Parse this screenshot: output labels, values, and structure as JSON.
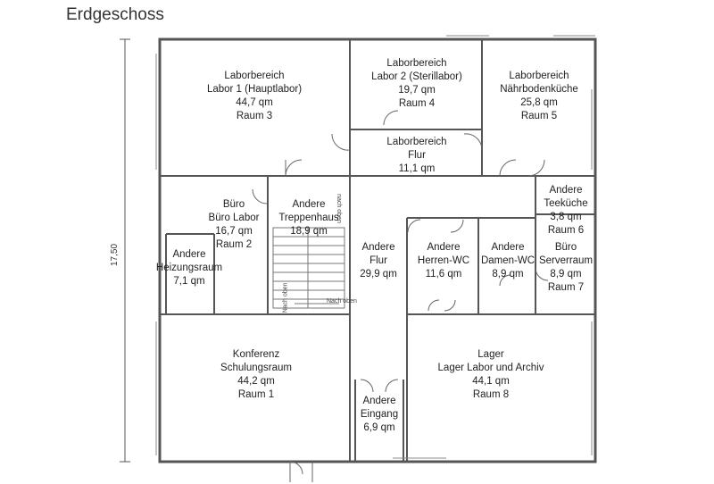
{
  "title": "Erdgeschoss",
  "dimension_label": "17,50",
  "stair_texts": [
    "nach oben",
    "Nach oben",
    "Nach oben"
  ],
  "rooms": {
    "labor1": [
      "Laborbereich",
      "Labor 1 (Hauptlabor)",
      "44,7 qm",
      "Raum 3"
    ],
    "labor2": [
      "Laborbereich",
      "Labor 2 (Sterillabor)",
      "19,7 qm",
      "Raum 4"
    ],
    "naehr": [
      "Laborbereich",
      "Nährbodenküche",
      "25,8 qm",
      "Raum 5"
    ],
    "flur_labor": [
      "Laborbereich",
      "Flur",
      "11,1 qm"
    ],
    "buero": [
      "Büro",
      "Büro Labor",
      "16,7 qm",
      "Raum 2"
    ],
    "treppe": [
      "Andere",
      "Treppenhaus",
      "18,9 qm"
    ],
    "teekueche": [
      "Andere",
      "Teeküche",
      "3,8 qm",
      "Raum 6"
    ],
    "heizung": [
      "Andere",
      "Heizungsraum",
      "7,1 qm"
    ],
    "flur": [
      "Andere",
      "Flur",
      "29,9 qm"
    ],
    "herren": [
      "Andere",
      "Herren-WC",
      "11,6 qm"
    ],
    "damen": [
      "Andere",
      "Damen-WC",
      "8,9 qm"
    ],
    "server": [
      "Büro",
      "Serverraum",
      "8,9 qm",
      "Raum 7"
    ],
    "konferenz": [
      "Konferenz",
      "Schulungsraum",
      "44,2 qm",
      "Raum 1"
    ],
    "lager": [
      "Lager",
      "Lager Labor und Archiv",
      "44,1 qm",
      "Raum 8"
    ],
    "eingang": [
      "Andere",
      "Eingang",
      "6,9 qm"
    ]
  }
}
